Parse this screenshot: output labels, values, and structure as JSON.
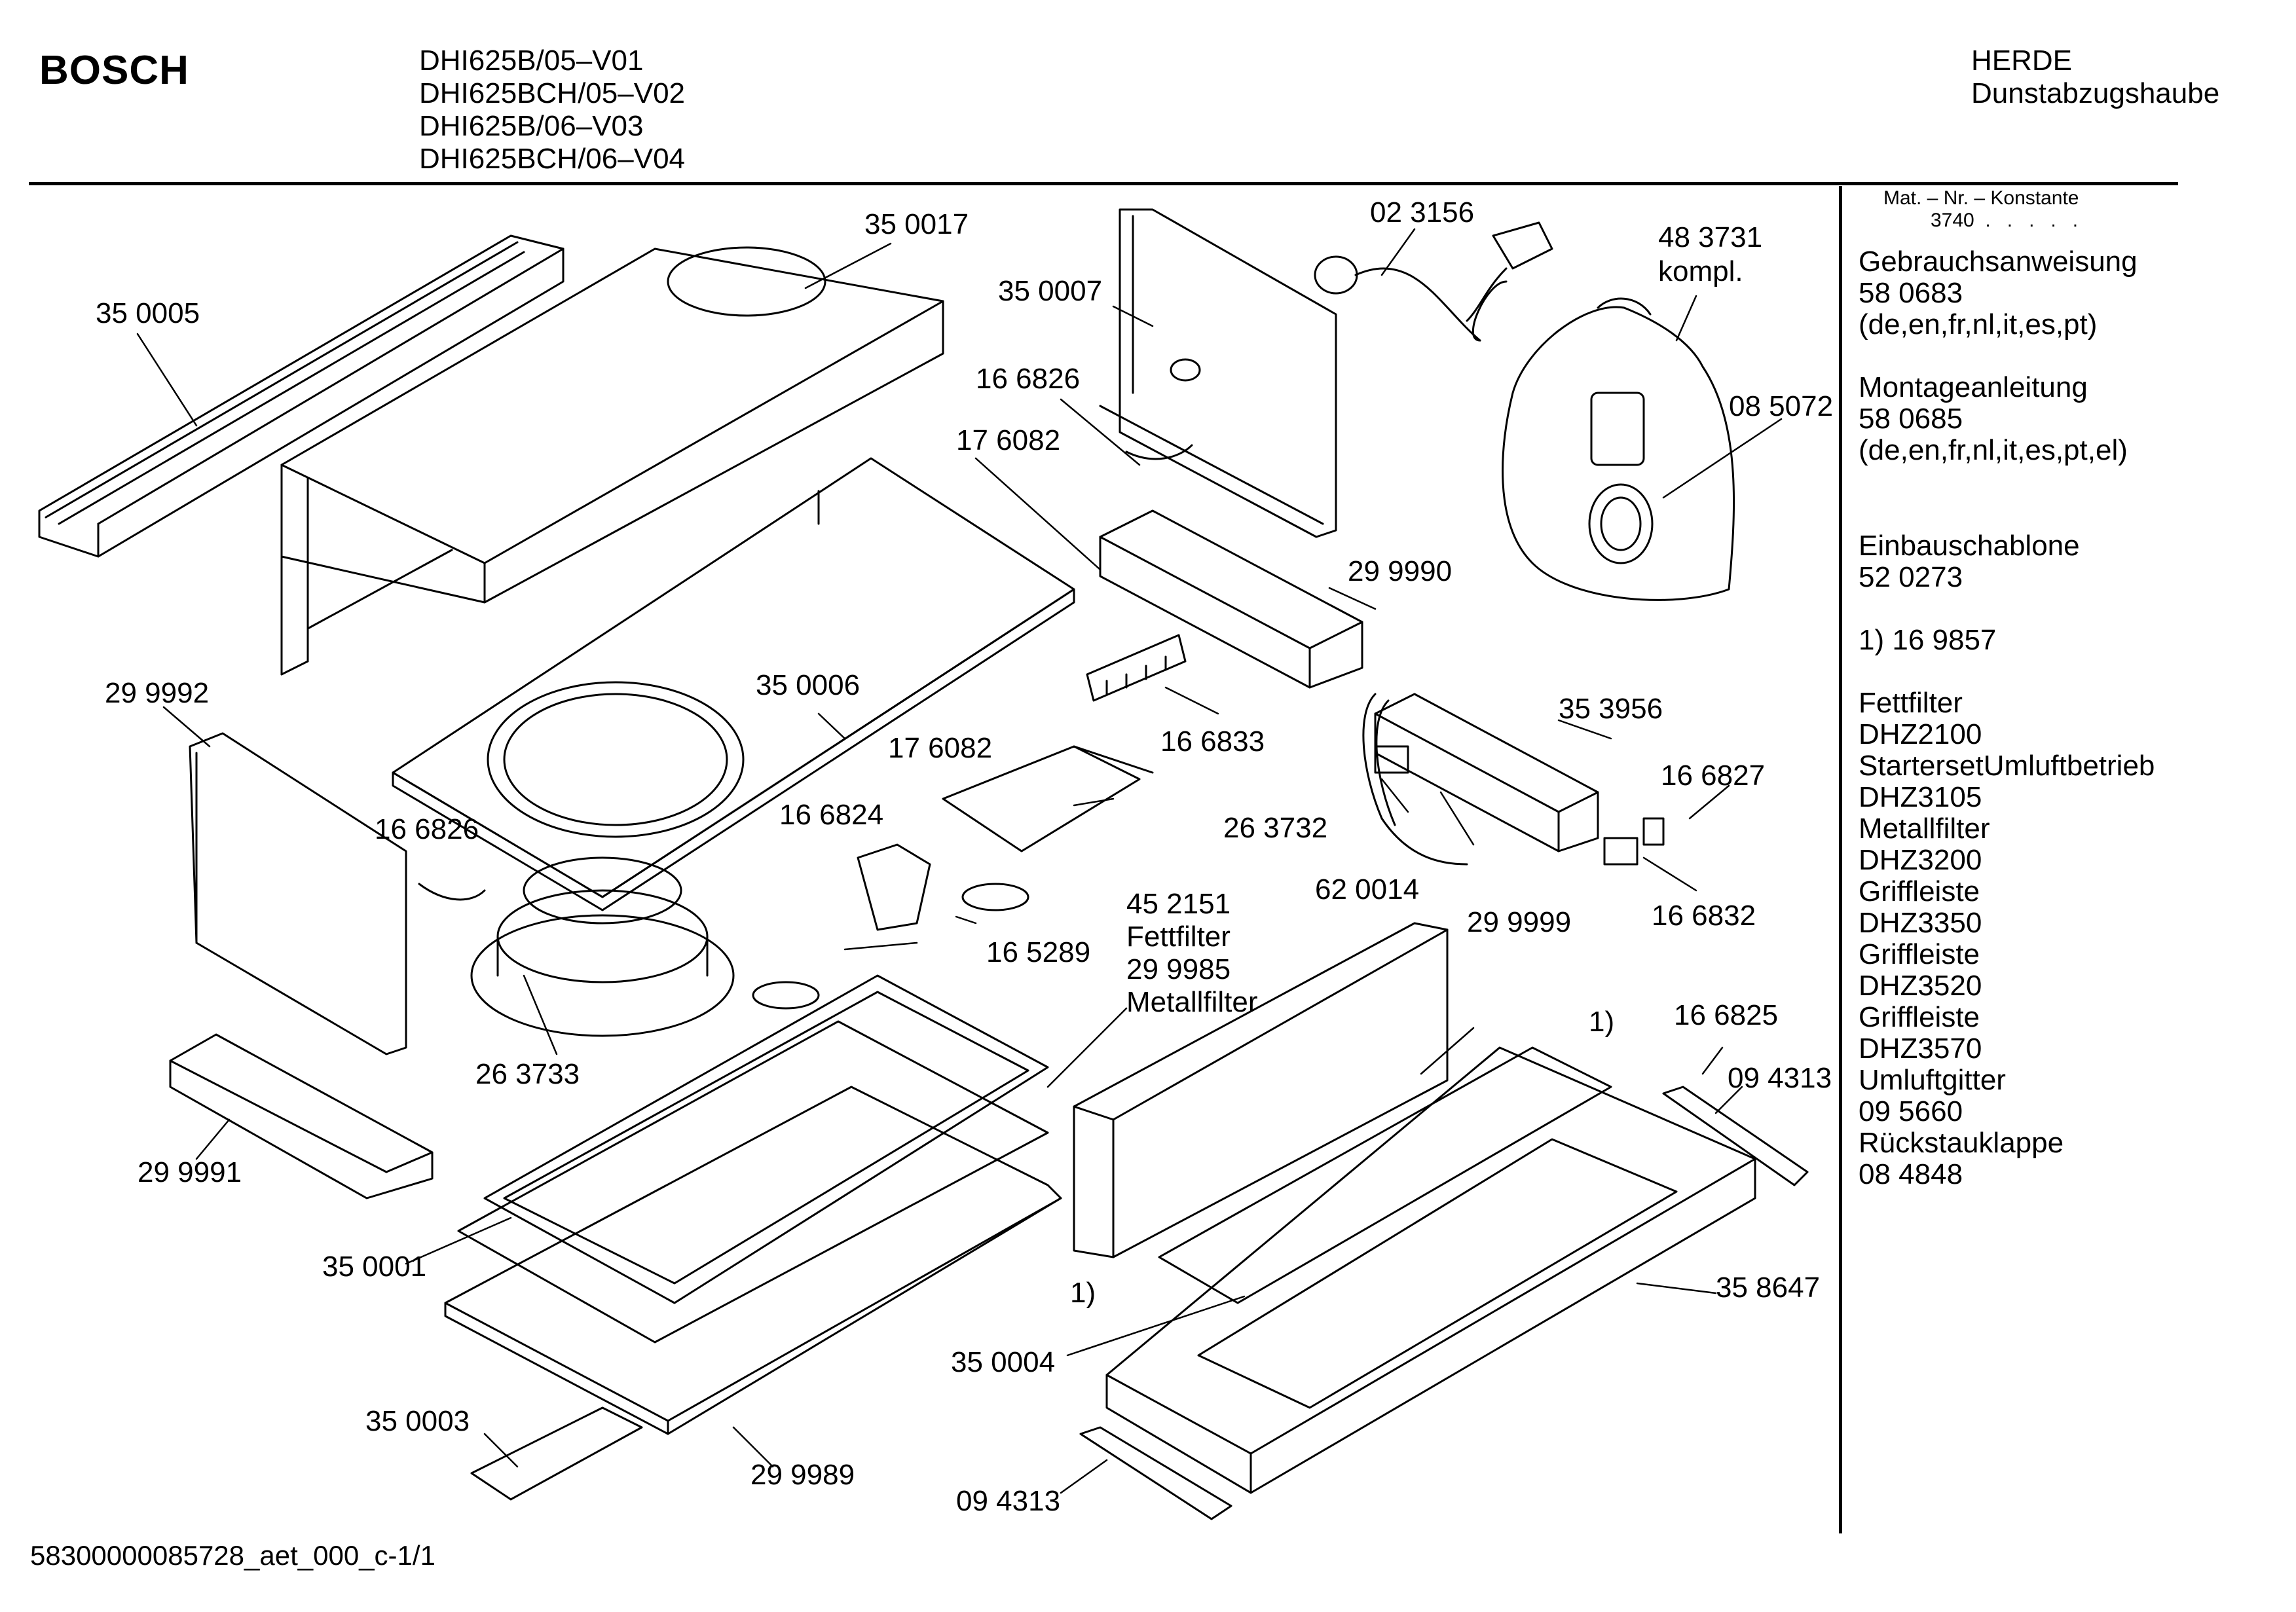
{
  "header": {
    "brand": "BOSCH",
    "models": [
      "DHI625B/05–V01",
      "DHI625BCH/05–V02",
      "DHI625B/06–V03",
      "DHI625BCH/06–V04"
    ],
    "category": "HERDE",
    "product": "Dunstabzugshaube"
  },
  "sidebar": {
    "mat_nr_label": "Mat. – Nr. – Konstante",
    "mat_nr_value": "3740  .   .   .   .   .",
    "docs": [
      {
        "title": "Gebrauchsanweisung",
        "number": "58 0683",
        "langs": "(de,en,fr,nl,it,es,pt)"
      },
      {
        "title": "Montageanleitung",
        "number": "58 0685",
        "langs": "(de,en,fr,nl,it,es,pt,el)"
      },
      {
        "title": "Einbauschablone",
        "number": "52 0273",
        "langs": ""
      }
    ],
    "footnote": "1)  16 9857",
    "accessories": [
      "Fettfilter",
      "DHZ2100",
      "StartersetUmluftbetrieb",
      "DHZ3105",
      "Metallfilter",
      "DHZ3200",
      "Griffleiste",
      "DHZ3350",
      "Griffleiste",
      "DHZ3520",
      "Griffleiste",
      "DHZ3570",
      "Umluftgitter",
      "09 5660",
      "Rückstauklappe",
      "08 4848"
    ]
  },
  "parts": {
    "p350017": "35 0017",
    "p350005": "35 0005",
    "p350007": "35 0007",
    "p023156": "02 3156",
    "p483731": "48 3731",
    "kompl": "kompl.",
    "p166826a": "16 6826",
    "p176082a": "17 6082",
    "p085072": "08 5072",
    "p299990": "29 9990",
    "p299992": "29 9992",
    "p350006": "35 0006",
    "p166833": "16 6833",
    "p353956": "35 3956",
    "p176082b": "17 6082",
    "p166827": "16 6827",
    "p166824": "16 6824",
    "p166826b": "16 6826",
    "p263732": "26 3732",
    "p620014": "62 0014",
    "p166832": "16 6832",
    "p452151": "45 2151",
    "fettfilter": "Fettfilter",
    "p299985": "29 9985",
    "metallfilter": "Metallfilter",
    "p165289": "16 5289",
    "p299999": "29 9999",
    "fn1a": "1)",
    "p166825": "16 6825",
    "p094313a": "09 4313",
    "p263733": "26 3733",
    "p299991": "29 9991",
    "p350001": "35 0001",
    "fn1b": "1)",
    "p358647": "35 8647",
    "p350004": "35 0004",
    "p350003": "35 0003",
    "p299989": "29 9989",
    "p094313b": "09 4313"
  },
  "footer": {
    "code": "58300000085728_aet_000_c-1/1"
  }
}
